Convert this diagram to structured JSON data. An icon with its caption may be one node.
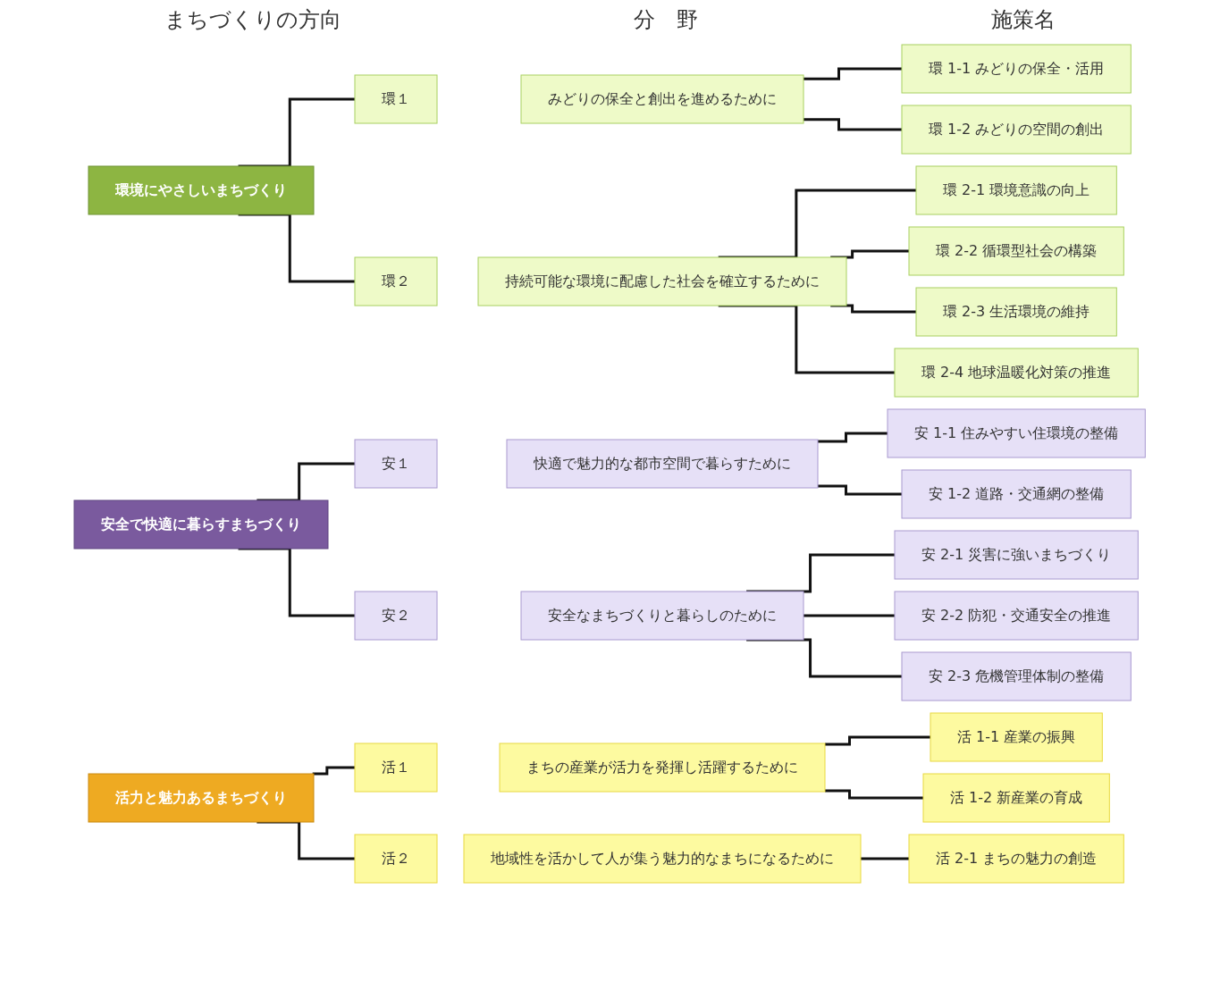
{
  "diagram": {
    "nodes": [
      {
        "text": [
          "環境にやさしいまちづくり"
        ]
      },
      {
        "text": [
          "環１"
        ]
      },
      {
        "text": [
          "みどりの保全と創出を進めるために"
        ]
      },
      {
        "text": [
          "環 1-1 みどりの保全・活用"
        ]
      },
      {
        "text": [
          "環 1-2 みどりの空間の創出"
        ]
      },
      {
        "text": [
          "環２"
        ]
      },
      {
        "text": [
          "持続可能な環境に配慮した社会を確立するために"
        ]
      },
      {
        "text": [
          "環 2-1 環境意識の向上"
        ]
      },
      {
        "text": [
          "環 2-2 循環型社会の構築"
        ]
      },
      {
        "text": [
          "環 2-3 生活環境の維持"
        ]
      },
      {
        "text": [
          "環 2-4 地球温暖化対策の推進"
        ]
      },
      {
        "text": [
          "安全で快適に暮らすまちづくり"
        ]
      },
      {
        "text": [
          "安１"
        ]
      },
      {
        "text": [
          "快適で魅力的な都市空間で暮らすために"
        ]
      },
      {
        "text": [
          "安 1-1 住みやすい住環境の整備"
        ]
      },
      {
        "text": [
          "安 1-2 道路・交通網の整備"
        ]
      },
      {
        "text": [
          "安２"
        ]
      },
      {
        "text": [
          "安全なまちづくりと暮らしのために"
        ]
      },
      {
        "text": [
          "安 2-1 災害に強いまちづくり"
        ]
      },
      {
        "text": [
          "安 2-2 防犯・交通安全の推進"
        ]
      },
      {
        "text": [
          "安 2-3 危機管理体制の整備"
        ]
      },
      {
        "text": [
          "活力と魅力あるまちづくり"
        ]
      },
      {
        "text": [
          "活１"
        ]
      },
      {
        "text": [
          "まちの産業が活力を発揮し活躍するために"
        ]
      },
      {
        "text": [
          "活 1-1 産業の振興"
        ]
      },
      {
        "text": [
          "活 1-2 新産業の育成"
        ]
      },
      {
        "text": [
          "活２"
        ]
      },
      {
        "text": [
          "地域性を活かして人が集う魅力的なまちになるために"
        ]
      },
      {
        "text": [
          "活 2-1 まちの魅力の創造"
        ]
      }
    ],
    "edges": [
      {
        "from": 0,
        "to": 1,
        "arrow": "none"
      },
      {
        "from": 0,
        "to": 5,
        "arrow": "none"
      },
      {
        "from": 2,
        "to": 3,
        "arrow": "none"
      },
      {
        "from": 2,
        "to": 4,
        "arrow": "none"
      },
      {
        "from": 6,
        "to": 7,
        "arrow": "none"
      },
      {
        "from": 6,
        "to": 8,
        "arrow": "none"
      },
      {
        "from": 6,
        "to": 9,
        "arrow": "none"
      },
      {
        "from": 6,
        "to": 10,
        "arrow": "none"
      },
      {
        "from": 11,
        "to": 12,
        "arrow": "none"
      },
      {
        "from": 11,
        "to": 16,
        "arrow": "none"
      },
      {
        "from": 13,
        "to": 14,
        "arrow": "none"
      },
      {
        "from": 13,
        "to": 15,
        "arrow": "none"
      },
      {
        "from": 17,
        "to": 18,
        "arrow": "none"
      },
      {
        "from": 17,
        "to": 19,
        "arrow": "none"
      },
      {
        "from": 17,
        "to": 20,
        "arrow": "none"
      },
      {
        "from": 21,
        "to": 22,
        "arrow": "none"
      },
      {
        "from": 21,
        "to": 26,
        "arrow": "none"
      },
      {
        "from": 23,
        "to": 24,
        "arrow": "none"
      },
      {
        "from": 23,
        "to": 25,
        "arrow": "none"
      },
      {
        "from": 27,
        "to": 28,
        "arrow": "none"
      }
    ],
    "labels": [
      "まちづくりの方向",
      "分　野",
      "施策名"
    ]
  }
}
